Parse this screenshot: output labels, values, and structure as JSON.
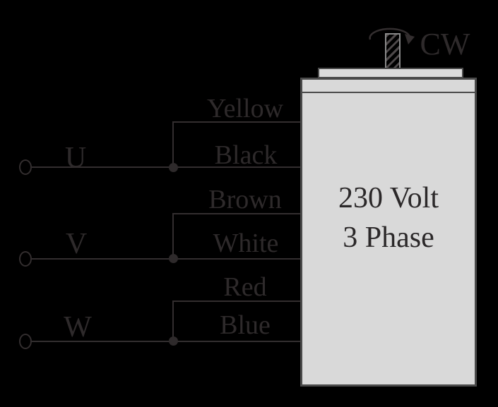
{
  "colors": {
    "background": "#000000",
    "line": "#332e2f",
    "text": "#2e2a2b",
    "motor_fill": "#d9d9d9",
    "motor_cap_fill": "#dcdcdc",
    "motor_border": "#4a4a4a",
    "shaft_outline": "#8a8a8a",
    "shaft_hatch": "#4e494a"
  },
  "phases": [
    {
      "label": "U",
      "top_wire": "Yellow",
      "bottom_wire": "Black"
    },
    {
      "label": "V",
      "top_wire": "Brown",
      "bottom_wire": "White"
    },
    {
      "label": "W",
      "top_wire": "Red",
      "bottom_wire": "Blue"
    }
  ],
  "motor": {
    "line1": "230 Volt",
    "line2": "3 Phase"
  },
  "rotation": {
    "label": "CW"
  }
}
